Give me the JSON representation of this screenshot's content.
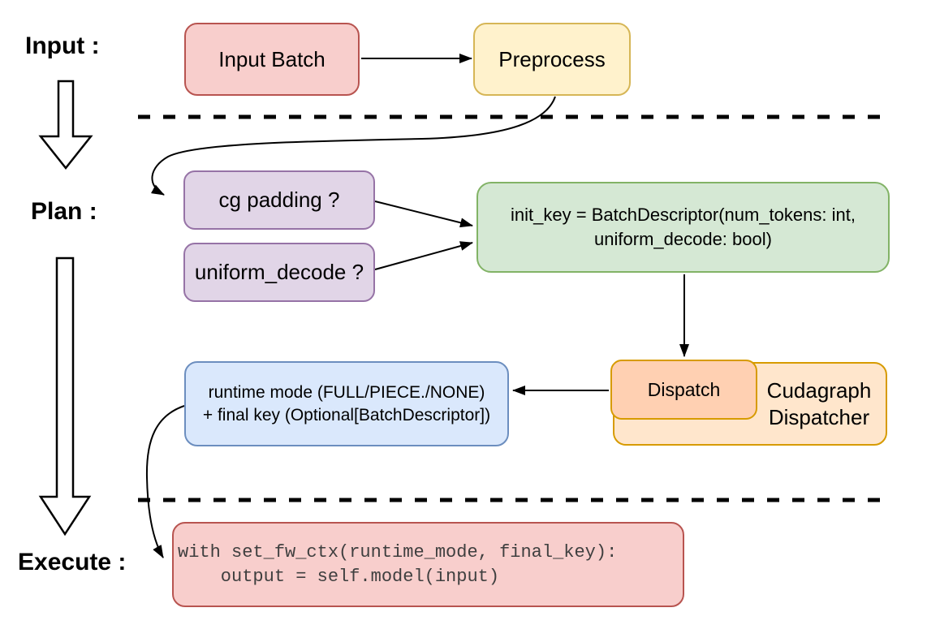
{
  "sections": {
    "input": {
      "label": "Input :"
    },
    "plan": {
      "label": "Plan :"
    },
    "execute": {
      "label": "Execute :"
    }
  },
  "nodes": {
    "input_batch": {
      "label": "Input Batch",
      "fill": "#f8cecc",
      "stroke": "#b85450"
    },
    "preprocess": {
      "label": "Preprocess",
      "fill": "#fff2cc",
      "stroke": "#d6b656"
    },
    "cg_padding": {
      "label": "cg padding ?",
      "fill": "#e1d5e7",
      "stroke": "#9673a6"
    },
    "uniform_decode": {
      "label": "uniform_decode ?",
      "fill": "#e1d5e7",
      "stroke": "#9673a6"
    },
    "init_key": {
      "line1": "init_key = BatchDescriptor(num_tokens: int,",
      "line2": "uniform_decode: bool)",
      "fill": "#d5e8d4",
      "stroke": "#82b366"
    },
    "dispatch": {
      "label": "Dispatch",
      "fill": "#ffd0b2",
      "stroke": "#d79b00"
    },
    "cudagraph_dispatcher": {
      "line1": "Cudagraph",
      "line2": "Dispatcher",
      "fill": "#ffe6cc",
      "stroke": "#d79b00"
    },
    "runtime_mode": {
      "line1": "runtime mode (FULL/PIECE./NONE)",
      "line2": "+ final key (Optional[BatchDescriptor])",
      "fill": "#dae8fc",
      "stroke": "#6c8ebf"
    },
    "execute_code": {
      "line1": "with set_fw_ctx(runtime_mode, final_key):",
      "line2": "    output = self.model(input)",
      "fill": "#f8cecc",
      "stroke": "#b85450"
    }
  },
  "connectors": {
    "line_color": "#000000",
    "separator_style": "dashed"
  }
}
